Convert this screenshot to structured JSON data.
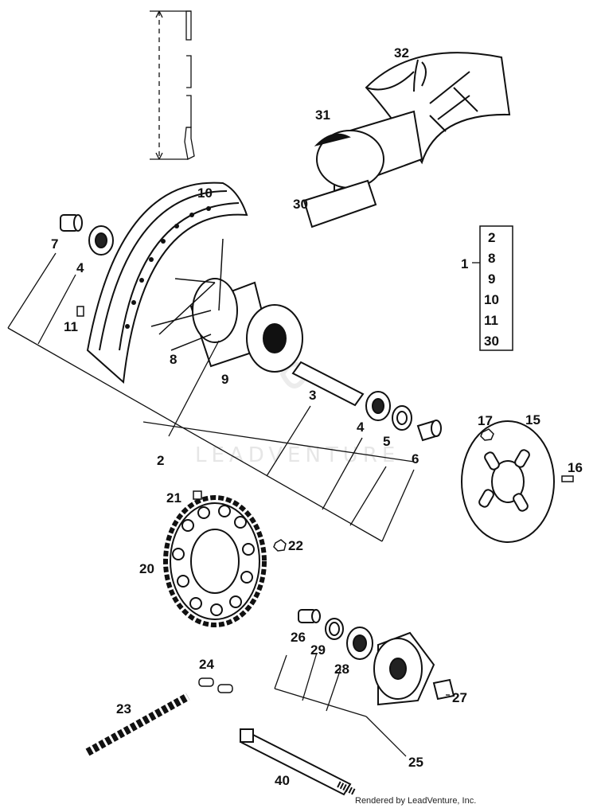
{
  "credit": "Rendered by LeadVenture, Inc.",
  "watermark": "LEADVENTURE",
  "callouts": {
    "c32": "32",
    "c31": "31",
    "c30": "30",
    "c10": "10",
    "c7": "7",
    "c4a": "4",
    "c11": "11",
    "c8": "8",
    "c9": "9",
    "c2": "2",
    "c3": "3",
    "c4b": "4",
    "c5": "5",
    "c6": "6",
    "c17": "17",
    "c15": "15",
    "c16": "16",
    "c21": "21",
    "c22": "22",
    "c20": "20",
    "c26": "26",
    "c29": "29",
    "c28": "28",
    "c24": "24",
    "c27": "27",
    "c23": "23",
    "c25": "25",
    "c40": "40",
    "c1": "1"
  },
  "assembly_box": [
    "2",
    "8",
    "9",
    "10",
    "11",
    "30"
  ]
}
